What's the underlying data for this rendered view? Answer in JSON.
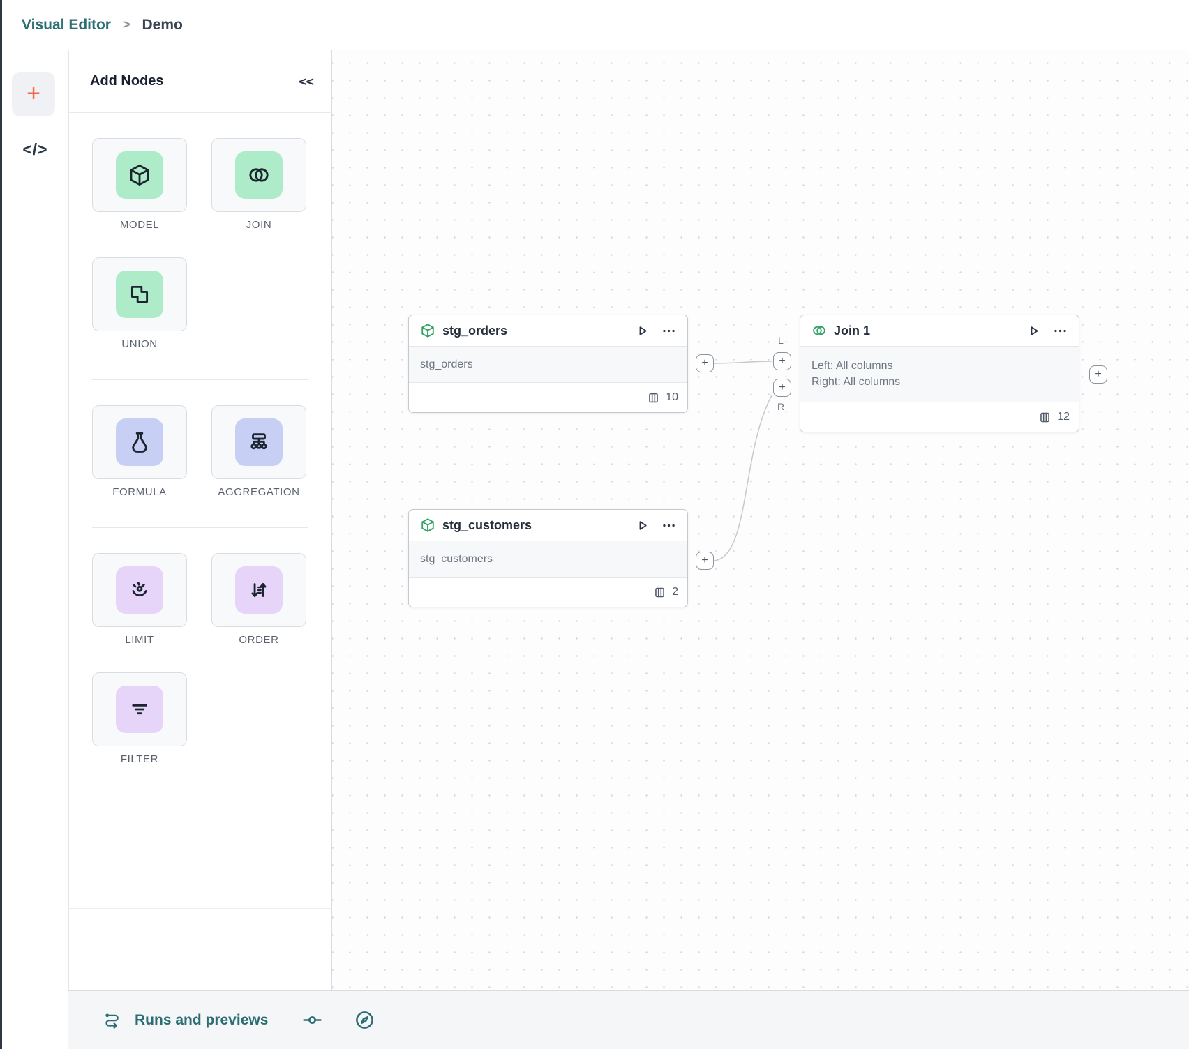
{
  "header": {
    "breadcrumb_root": "Visual Editor",
    "breadcrumb_separator": ">",
    "breadcrumb_current": "Demo"
  },
  "left_rail": {
    "add_label": "+",
    "code_label": "</>"
  },
  "panel": {
    "title": "Add Nodes",
    "collapse_label": "<<",
    "tiles": [
      {
        "label": "MODEL",
        "icon": "cube-icon",
        "tile_color": "#aeebc8"
      },
      {
        "label": "JOIN",
        "icon": "join-circles-icon",
        "tile_color": "#aeebc8"
      },
      {
        "label": "UNION",
        "icon": "union-shapes-icon",
        "tile_color": "#aeebc8"
      },
      {
        "label": "FORMULA",
        "icon": "flask-icon",
        "tile_color": "#c7cff5"
      },
      {
        "label": "AGGREGATION",
        "icon": "hierarchy-icon",
        "tile_color": "#c7cff5"
      },
      {
        "label": "LIMIT",
        "icon": "gauge-icon",
        "tile_color": "#e6d5f8"
      },
      {
        "label": "ORDER",
        "icon": "sort-arrows-icon",
        "tile_color": "#e6d5f8"
      },
      {
        "label": "FILTER",
        "icon": "filter-lines-icon",
        "tile_color": "#e6d5f8"
      }
    ]
  },
  "canvas": {
    "plus": "+",
    "port_left_label": "L",
    "port_right_label": "R",
    "nodes": [
      {
        "title": "stg_orders",
        "icon": "cube-icon",
        "body_line": "stg_orders",
        "column_count": "10"
      },
      {
        "title": "Join 1",
        "icon": "join-circles-icon",
        "body_line_left": "Left: All columns",
        "body_line_right": "Right: All columns",
        "column_count": "12"
      },
      {
        "title": "stg_customers",
        "icon": "cube-icon",
        "body_line": "stg_customers",
        "column_count": "2"
      }
    ]
  },
  "bottom_bar": {
    "runs_label": "Runs and previews"
  },
  "colors": {
    "accent_teal": "#2e6e75",
    "accent_orange": "#f26749",
    "tile_green": "#aeebc8",
    "tile_periwinkle": "#c7cff5",
    "tile_purple": "#e6d5f8",
    "node_icon_green": "#33a066",
    "edge_gray": "#c5c8cd"
  }
}
